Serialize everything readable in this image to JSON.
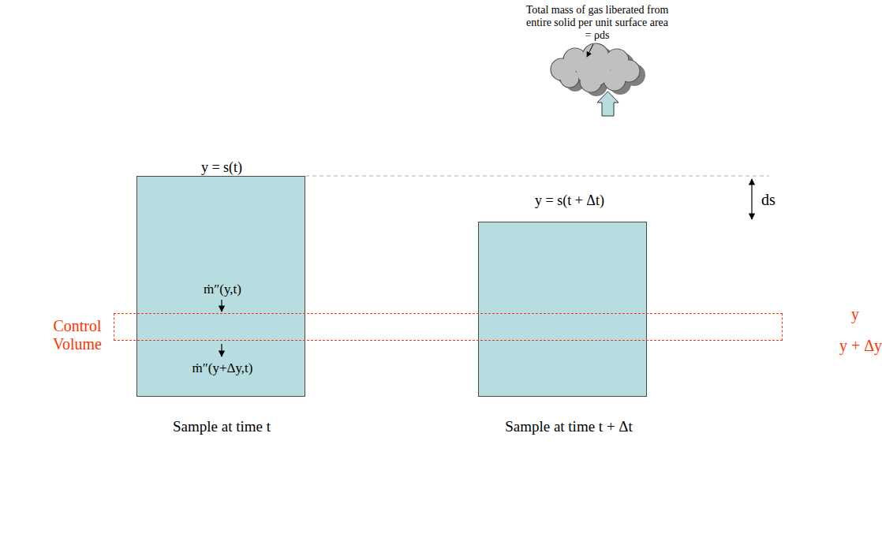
{
  "diagram": {
    "nodes": [
      {
        "text": [
          "y = s(t)",
          "ṁ″(y,t)",
          "ṁ″(y+Δy,t)",
          "Sample at time t"
        ]
      },
      {
        "text": [
          "y = s(t + Δt)",
          "Sample at time t + Δt"
        ]
      },
      {
        "text": [
          "Control Volume",
          "y",
          "y + Δy"
        ]
      }
    ],
    "labels": [
      "Total mass of gas liberated from entire solid per unit surface area = ρds",
      "ds"
    ]
  }
}
